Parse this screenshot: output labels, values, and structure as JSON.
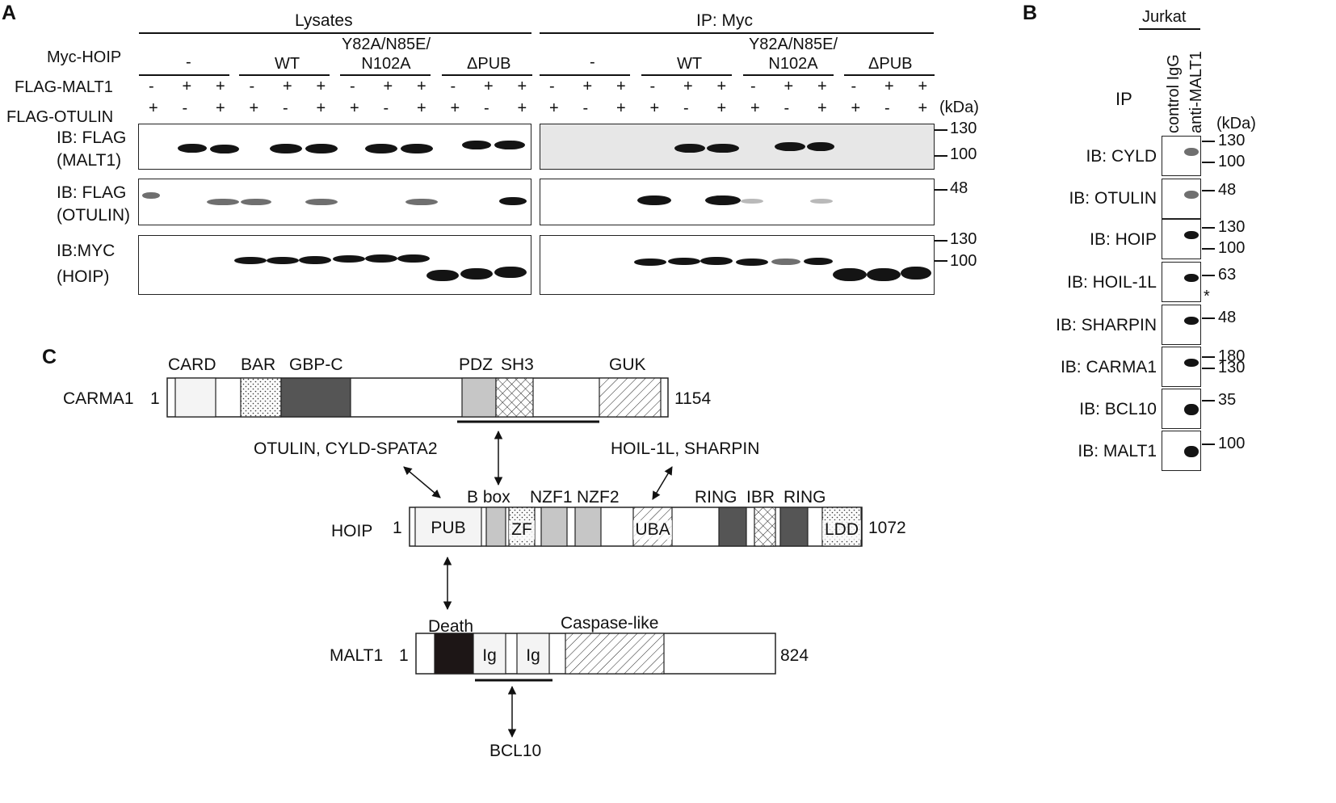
{
  "panels": {
    "a": "A",
    "b": "B",
    "c": "C"
  },
  "panel_a": {
    "header_left": "Lysates",
    "header_right": "IP: Myc",
    "row_labels": [
      "Myc-HOIP",
      "FLAG-MALT1",
      "FLAG-OTULIN"
    ],
    "groups": [
      "-",
      "WT",
      "Y82A/N85E/",
      "N102A",
      "ΔPUB"
    ],
    "malt1_signs": [
      "-",
      "+",
      "+"
    ],
    "otulin_signs": [
      "+",
      "-",
      "+"
    ],
    "kda": "(kDa)",
    "blot_labels": [
      {
        "line1": "IB: FLAG",
        "line2": "(MALT1)"
      },
      {
        "line1": "IB: FLAG",
        "line2": "(OTULIN)"
      },
      {
        "line1": "IB:MYC",
        "line2": "(HOIP)"
      }
    ],
    "markers": {
      "m1": [
        "130",
        "100"
      ],
      "m2": [
        "48"
      ],
      "m3": [
        "130",
        "100"
      ]
    }
  },
  "panel_b": {
    "cell_line": "Jurkat",
    "ip_label": "IP",
    "lanes": [
      "control IgG",
      "anti-MALT1"
    ],
    "kda": "(kDa)",
    "asterisk": "*",
    "blots": [
      {
        "label": "IB: CYLD",
        "markers": [
          "130",
          "100"
        ]
      },
      {
        "label": "IB: OTULIN",
        "markers": [
          "48"
        ]
      },
      {
        "label": "IB: HOIP",
        "markers": [
          "130",
          "100"
        ]
      },
      {
        "label": "IB: HOIL-1L",
        "markers": [
          "63"
        ]
      },
      {
        "label": "IB: SHARPIN",
        "markers": [
          "48"
        ]
      },
      {
        "label": "IB: CARMA1",
        "markers": [
          "180",
          "130"
        ]
      },
      {
        "label": "IB: BCL10",
        "markers": [
          "35"
        ]
      },
      {
        "label": "IB: MALT1",
        "markers": [
          "100"
        ]
      }
    ]
  },
  "panel_c": {
    "carma1": {
      "name": "CARMA1",
      "start": "1",
      "end": "1154",
      "domains": [
        "CARD",
        "BAR",
        "GBP-C",
        "PDZ",
        "SH3",
        "GUK"
      ]
    },
    "hoip": {
      "name": "HOIP",
      "start": "1",
      "end": "1072",
      "domains": [
        "PUB",
        "B box",
        "ZF",
        "NZF1",
        "NZF2",
        "UBA",
        "RING",
        "IBR",
        "RING",
        "LDD"
      ]
    },
    "malt1": {
      "name": "MALT1",
      "start": "1",
      "end": "824",
      "domains": [
        "Death",
        "Ig",
        "Ig",
        "Caspase-like"
      ]
    },
    "interactors": {
      "otulin_cyld": "OTULIN, CYLD-SPATA2",
      "hoil_sharpin": "HOIL-1L, SHARPIN",
      "bcl10": "BCL10"
    }
  }
}
